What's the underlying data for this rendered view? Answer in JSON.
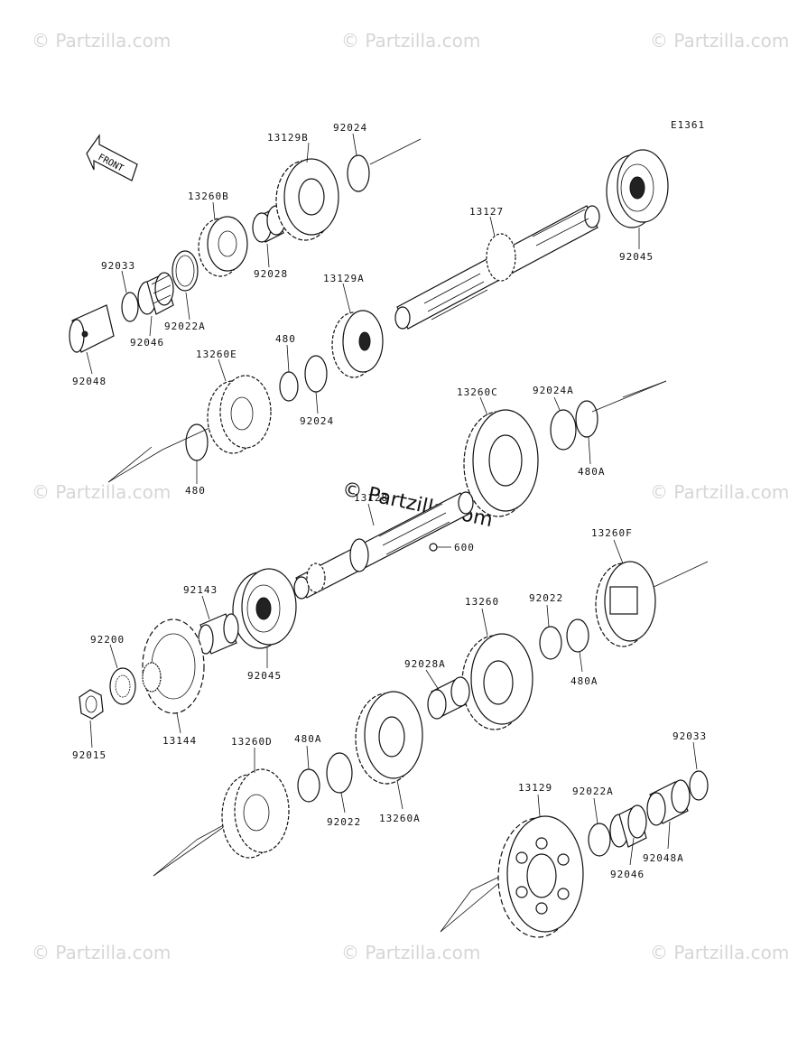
{
  "watermarks": {
    "text": "© Partzilla.com",
    "center": "© Partzilla.com"
  },
  "diagram_code": "E1361",
  "front_label": "FRONT",
  "parts": {
    "p13129B": "13129B",
    "p92024_top": "92024",
    "p13260B": "13260B",
    "p92028": "92028",
    "p92033_left": "92033",
    "p92022A_left": "92022A",
    "p92046_left": "92046",
    "p92048": "92048",
    "p13127": "13127",
    "p92045_top": "92045",
    "p13129A": "13129A",
    "p480_top": "480",
    "p13260E": "13260E",
    "p92024_mid": "92024",
    "p480_left": "480",
    "p13260C": "13260C",
    "p92024A": "92024A",
    "p480A_right": "480A",
    "p13128": "13128",
    "p600": "600",
    "p92143": "92143",
    "p92045_mid": "92045",
    "p92200": "92200",
    "p13144": "13144",
    "p92015": "92015",
    "p13260F": "13260F",
    "p13260": "13260",
    "p92022_right": "92022",
    "p480A_mid": "480A",
    "p92028A": "92028A",
    "p13260D": "13260D",
    "p480A_low": "480A",
    "p92022_low": "92022",
    "p13260A": "13260A",
    "p92033_right": "92033",
    "p13129": "13129",
    "p92022A_right": "92022A",
    "p92046_right": "92046",
    "p92048A": "92048A"
  }
}
